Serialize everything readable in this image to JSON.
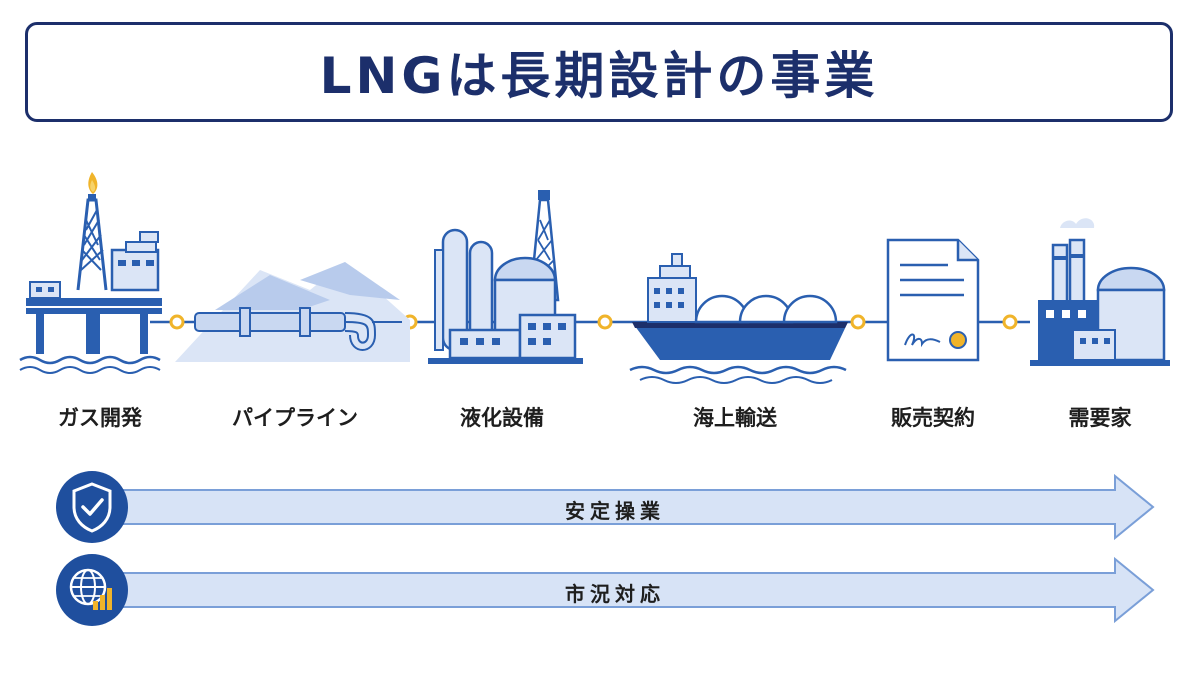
{
  "title": "LNGは長期設計の事業",
  "stages": [
    {
      "label": "ガス開発",
      "icon": "offshore-rig-icon"
    },
    {
      "label": "パイプライン",
      "icon": "pipeline-icon"
    },
    {
      "label": "液化設備",
      "icon": "liquefaction-plant-icon"
    },
    {
      "label": "海上輸送",
      "icon": "lng-tanker-icon"
    },
    {
      "label": "販売契約",
      "icon": "contract-document-icon"
    },
    {
      "label": "需要家",
      "icon": "factory-icon"
    }
  ],
  "bars": [
    {
      "label": "安定操業",
      "icon": "shield-check-icon"
    },
    {
      "label": "市況対応",
      "icon": "globe-chart-icon"
    }
  ],
  "colors": {
    "navy": "#1c2f6b",
    "blue": "#2a5fb0",
    "light_blue": "#cfdcf3",
    "connector": "#f0b42a"
  }
}
